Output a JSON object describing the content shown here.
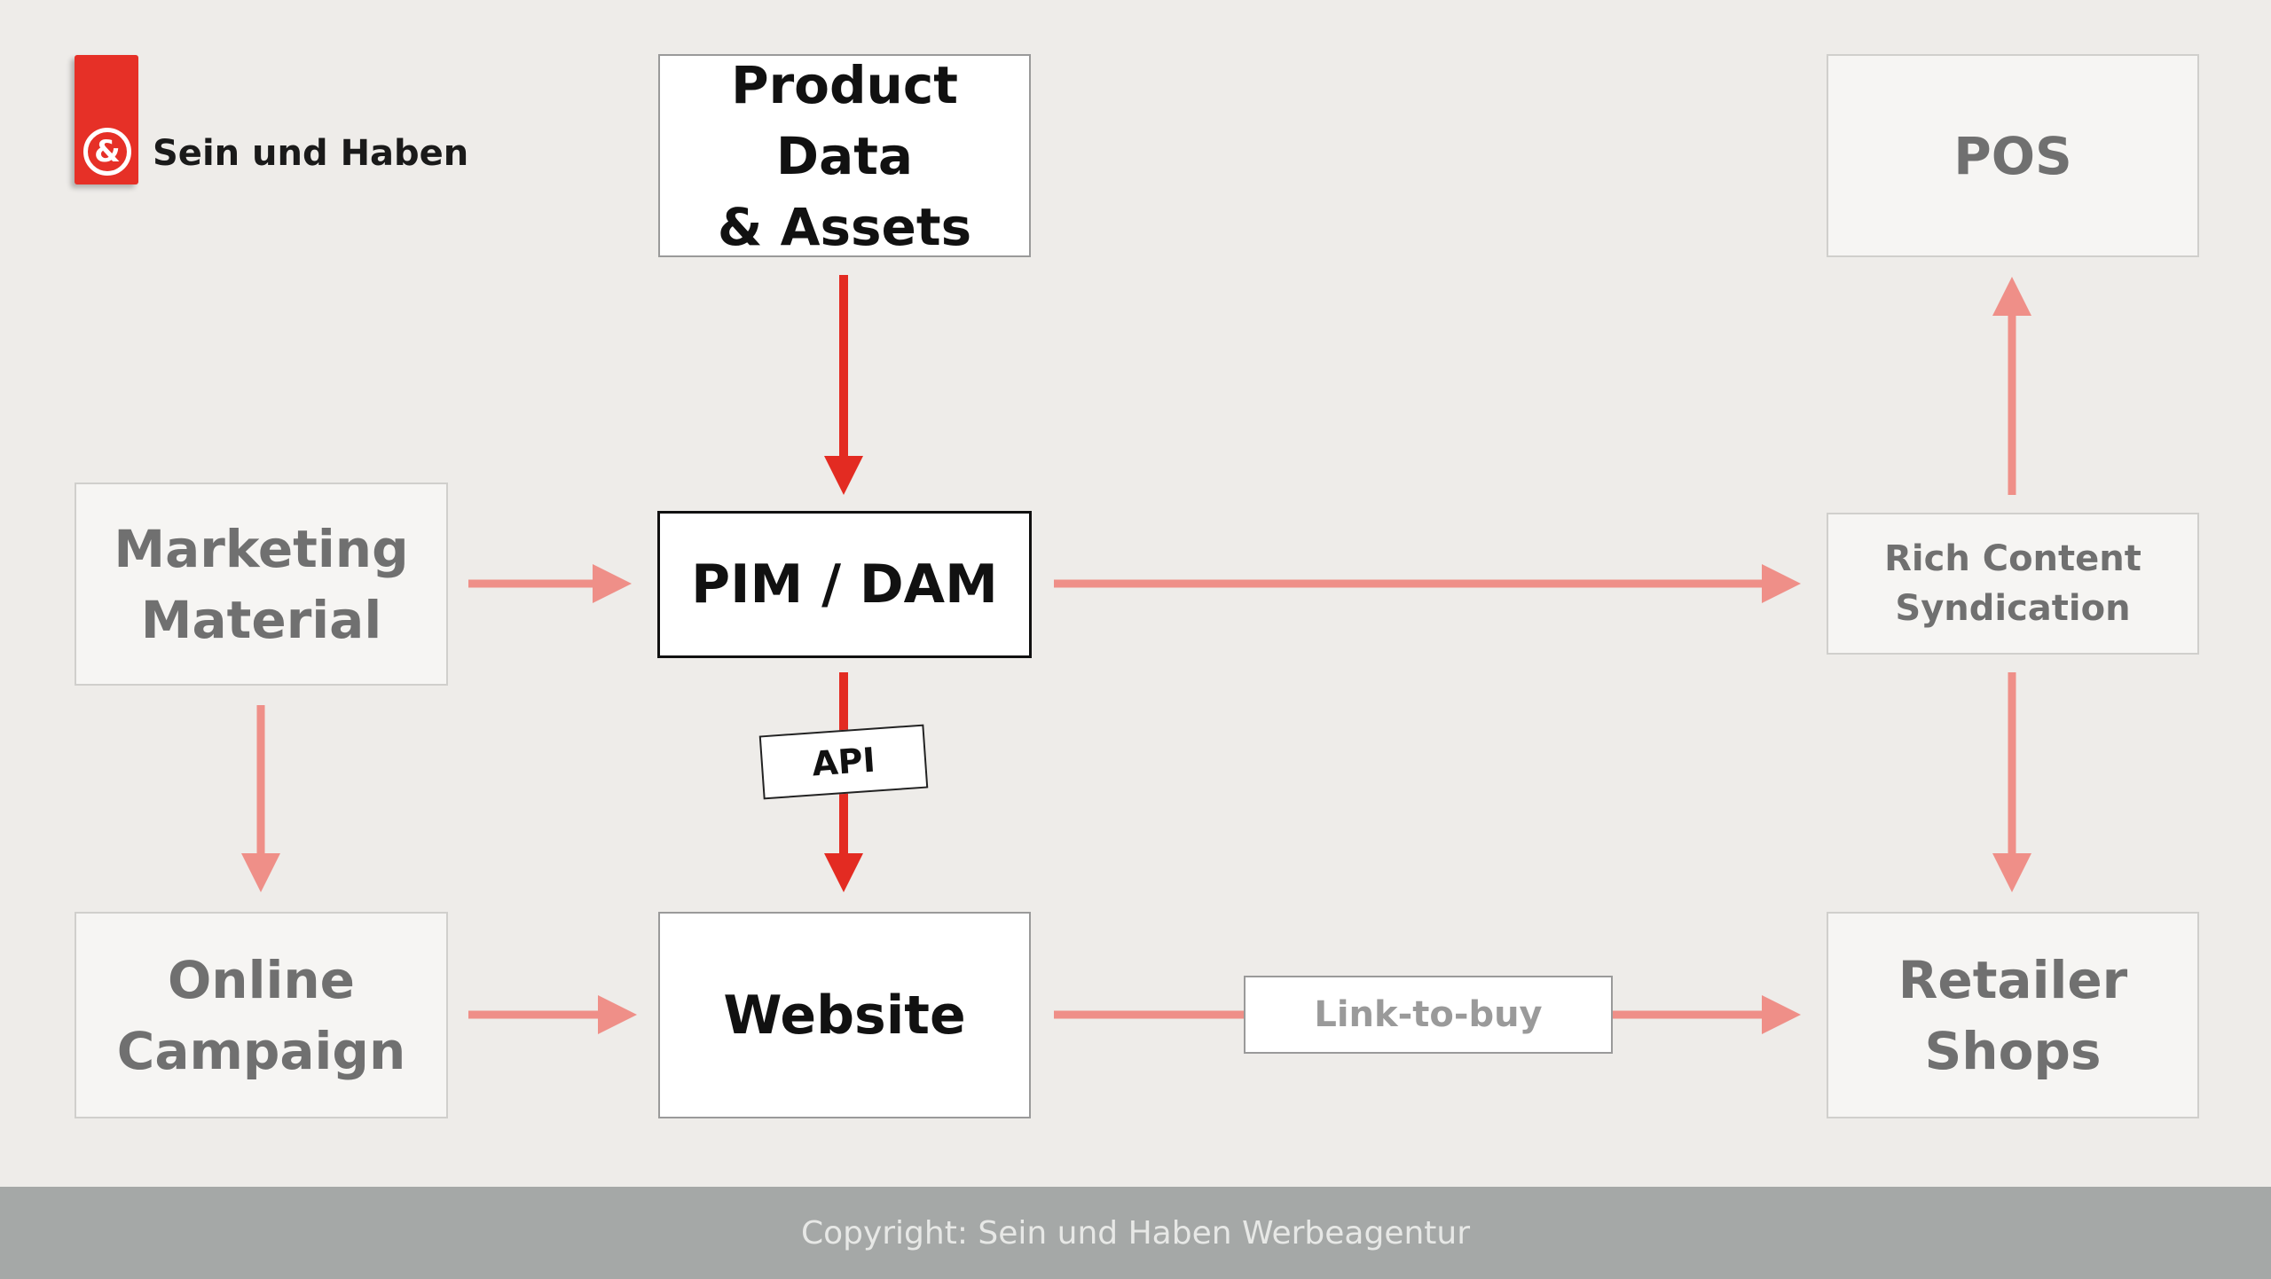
{
  "logo": {
    "mark_glyph": "&",
    "text": "Sein und Haben",
    "accent_color": "#e63027"
  },
  "nodes": {
    "product_data": {
      "line1": "Product Data",
      "line2": "& Assets"
    },
    "pos": {
      "label": "POS"
    },
    "marketing": {
      "line1": "Marketing",
      "line2": "Material"
    },
    "pim_dam": {
      "label": "PIM / DAM"
    },
    "rich_content": {
      "line1": "Rich Content",
      "line2": "Syndication"
    },
    "online_campaign": {
      "line1": "Online",
      "line2": "Campaign"
    },
    "website": {
      "label": "Website"
    },
    "retailer": {
      "line1": "Retailer",
      "line2": "Shops"
    }
  },
  "edge_labels": {
    "api": "API",
    "link_to_buy": "Link-to-buy"
  },
  "colors": {
    "strong_arrow": "#e32b22",
    "light_arrow": "#ef8f88"
  },
  "footer": {
    "copyright": "Copyright: Sein und Haben Werbeagentur"
  }
}
